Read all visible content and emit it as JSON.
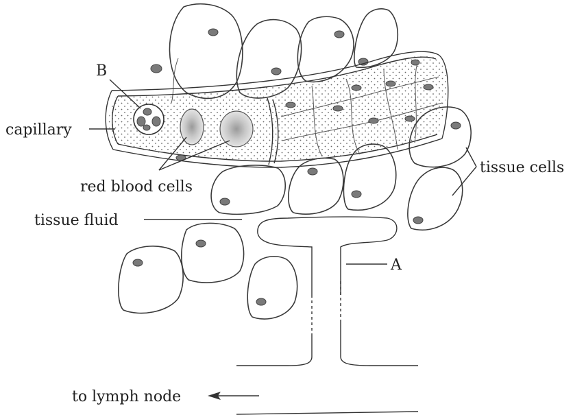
{
  "labels": {
    "b": "B",
    "capillary": "capillary",
    "red_blood_cells": "red blood cells",
    "tissue_cells": "tissue cells",
    "tissue_fluid": "tissue fluid",
    "a": "A",
    "to_lymph_node": "to lymph node"
  },
  "colors": {
    "outline": "#3a3a3a",
    "nucleus": "#7a7a7a",
    "red_blood_cell": "#cfcfcf"
  }
}
